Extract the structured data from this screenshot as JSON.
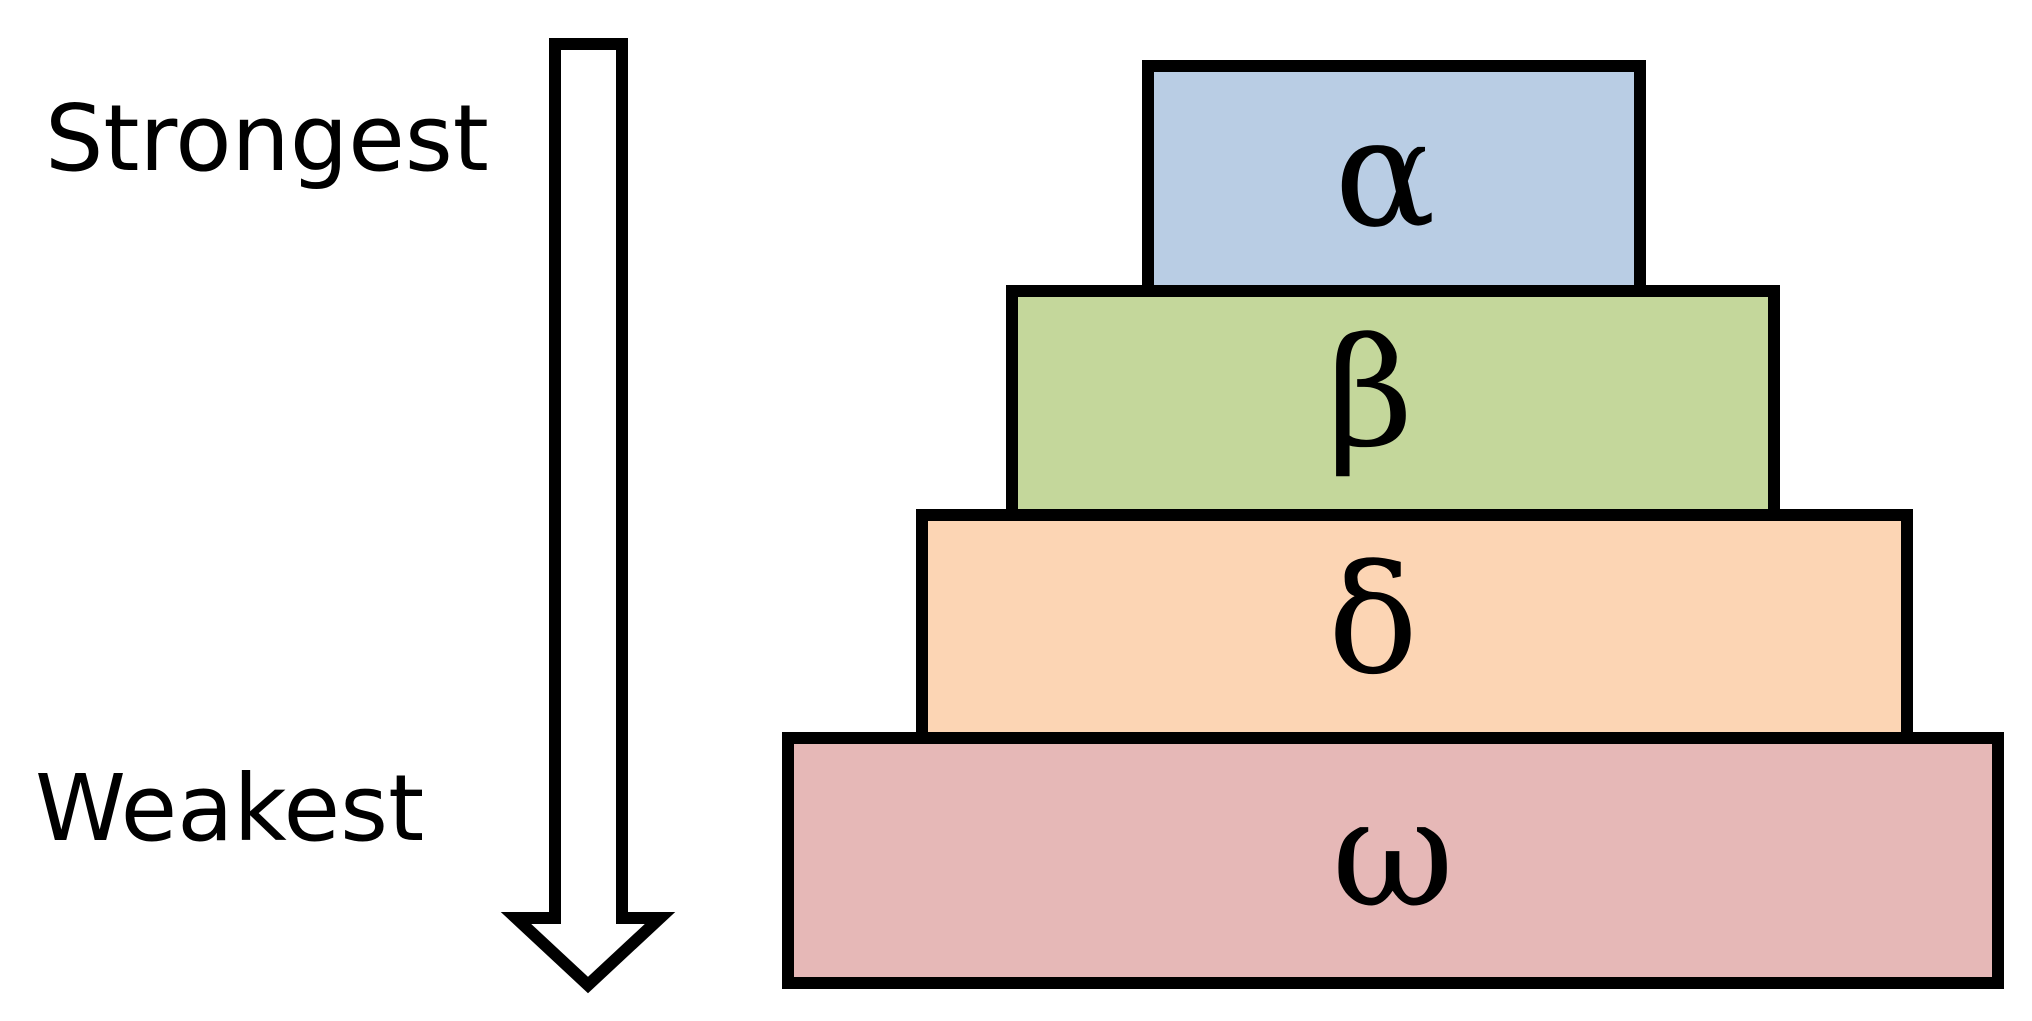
{
  "scale": {
    "top_label": "Strongest",
    "bottom_label": "Weakest"
  },
  "tiers": [
    {
      "id": "alpha",
      "label": "α",
      "color": "#b9cde4"
    },
    {
      "id": "beta",
      "label": "β",
      "color": "#c4d79b"
    },
    {
      "id": "delta",
      "label": "δ",
      "color": "#fcd5b4"
    },
    {
      "id": "omega",
      "label": "ω",
      "color": "#e6b8b7"
    }
  ]
}
